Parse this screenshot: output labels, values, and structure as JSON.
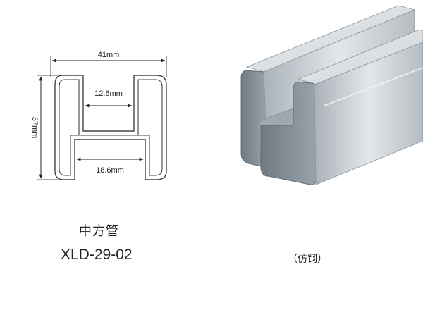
{
  "drawing": {
    "width_label": "41mm",
    "height_label": "37mm",
    "top_slot_label": "12.6mm",
    "bottom_slot_label": "18.6mm"
  },
  "product": {
    "name": "中方管",
    "code": "XLD-29-02"
  },
  "photo": {
    "finish_note": "（仿钢）"
  },
  "colors": {
    "line": "#222222",
    "profile_outline": "#444444",
    "metal_light": "#dfe3e7",
    "metal_mid": "#b9c0c6",
    "metal_dark": "#7f8a93"
  }
}
